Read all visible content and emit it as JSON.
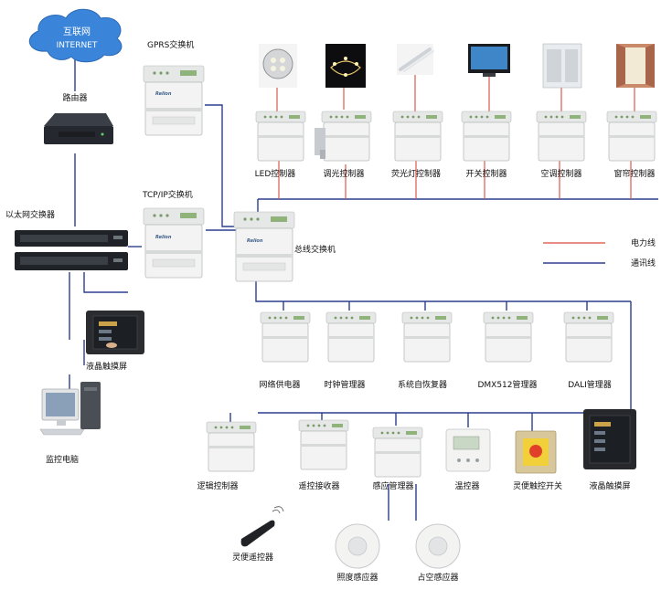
{
  "internet": {
    "line1": "互联网",
    "line2": "INTERNET"
  },
  "router": "路由器",
  "ethernet_switch": "以太网交换器",
  "lcd_left": "液晶触摸屏",
  "monitor_pc": "监控电脑",
  "gprs_switch": "GPRS交换机",
  "tcpip_switch": "TCP/IP交换机",
  "bus_switch": "总线交换机",
  "brand": "Relion",
  "legend": {
    "power": "电力线",
    "comm": "通讯线"
  },
  "colors": {
    "power_line": "#d94a3c",
    "comm_line": "#2c3f8f",
    "internet_cloud": "#3a84d9"
  },
  "top_row": [
    "LED控制器",
    "调光控制器",
    "荧光灯控制器",
    "开关控制器",
    "空调控制器",
    "窗帘控制器"
  ],
  "mid_row": [
    "网络供电器",
    "时钟管理器",
    "系统自恢复器",
    "DMX512管理器",
    "DALI管理器"
  ],
  "bottom_row": [
    "逻辑控制器",
    "遥控接收器",
    "感应管理器",
    "温控器",
    "灵便触控开关",
    "液晶触摸屏"
  ],
  "remote": "灵便遥控器",
  "sensors": [
    "照度感应器",
    "占空感应器"
  ]
}
